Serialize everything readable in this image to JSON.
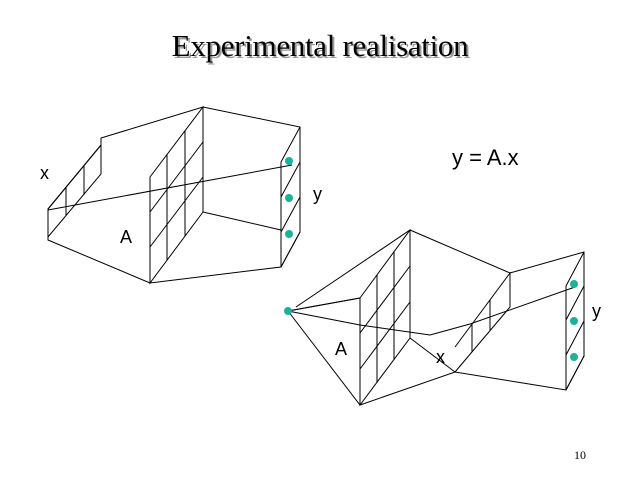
{
  "title": "Experimental realisation",
  "equation": "y = A.x",
  "diagram1": {
    "input_label": "x",
    "matrix_label": "A",
    "output_label": "y"
  },
  "diagram2": {
    "matrix_label": "A",
    "input_label": "x",
    "output_label": "y"
  },
  "page_number": "10",
  "colors": {
    "detector_dot": "#1ab39a",
    "line": "#000000",
    "title_shadow": "#9a9a9a"
  }
}
